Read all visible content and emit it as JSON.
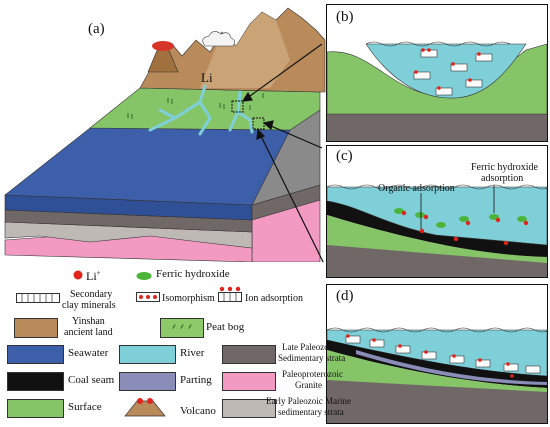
{
  "figure": {
    "panel_a": {
      "label": "(a)",
      "li_label": "Li"
    },
    "panel_b": {
      "label": "(b)"
    },
    "panel_c": {
      "label": "(c)",
      "organic_adsorption": "Organic adsorption",
      "ferric_adsorption_line1": "Ferric hydroxide",
      "ferric_adsorption_line2": "adsorption"
    },
    "panel_d": {
      "label": "(d)"
    }
  },
  "legend": {
    "li": {
      "label": "Li",
      "superscript": "+",
      "color": "#e0231b"
    },
    "ferric_hydroxide": {
      "label": "Ferric hydroxide",
      "color": "#4bb53a"
    },
    "secondary_clay": {
      "line1": "Secondary",
      "line2": "clay minerals"
    },
    "isomorphism": {
      "label": "Isomorphism"
    },
    "ion_adsorption": {
      "label": "Ion adsorption"
    },
    "yinshan": {
      "line1": "Yinshan",
      "line2": "ancient land",
      "color": "#b98a5a"
    },
    "peat_bog": {
      "label": "Peat bog",
      "color": "#8ec96a"
    },
    "seawater": {
      "label": "Seawater",
      "color": "#3d5ea8"
    },
    "river": {
      "label": "River",
      "color": "#7fcfd9"
    },
    "late_paleozoic": {
      "line1": "Late Paleozoic",
      "line2": "Sedimentary strata",
      "color": "#6f6866"
    },
    "coal_seam": {
      "label": "Coal seam",
      "color": "#111111"
    },
    "parting": {
      "label": "Parting",
      "color": "#8a8db8"
    },
    "paleoproterozoic": {
      "line1": "Paleoproterozoic",
      "line2": "Granite",
      "color": "#f29ac2"
    },
    "surface": {
      "label": "Surface",
      "color": "#86c468"
    },
    "volcano": {
      "label": "Volcano"
    },
    "early_paleozoic": {
      "line1": "Early Paleozoic Marine",
      "line2": "sedimentary strata",
      "color": "#bfb9b5"
    }
  }
}
